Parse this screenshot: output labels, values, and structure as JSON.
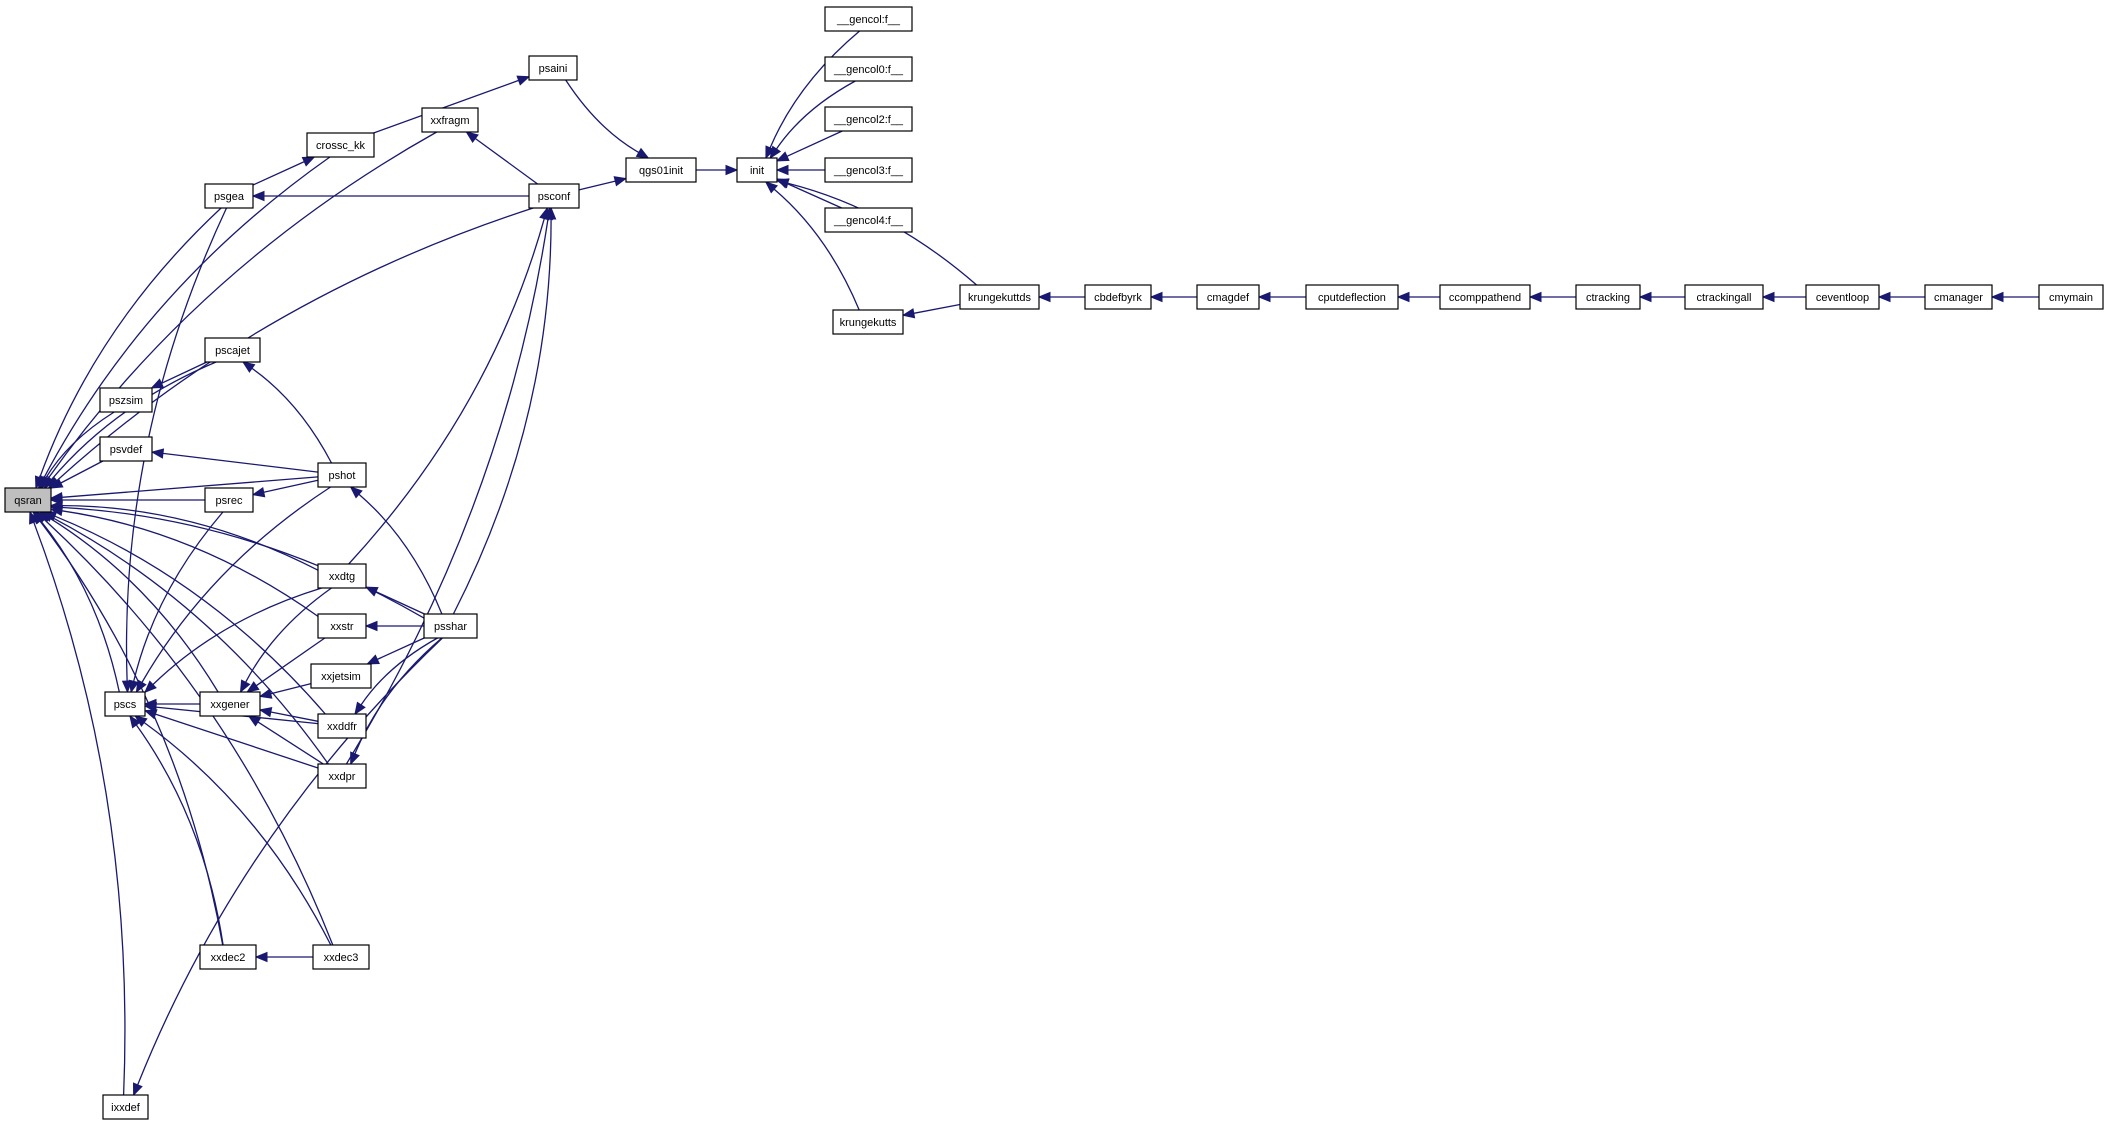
{
  "graph": {
    "nodes": [
      {
        "id": "qsran",
        "label": "qsran",
        "highlight": true
      },
      {
        "id": "pszsim",
        "label": "pszsim"
      },
      {
        "id": "psvdef",
        "label": "psvdef"
      },
      {
        "id": "pscs",
        "label": "pscs"
      },
      {
        "id": "ixxdef",
        "label": "ixxdef"
      },
      {
        "id": "psgea",
        "label": "psgea"
      },
      {
        "id": "pscajet",
        "label": "pscajet"
      },
      {
        "id": "psrec",
        "label": "psrec"
      },
      {
        "id": "xxgener",
        "label": "xxgener"
      },
      {
        "id": "xxdec2",
        "label": "xxdec2"
      },
      {
        "id": "crossc_kk",
        "label": "crossc_kk"
      },
      {
        "id": "pshot",
        "label": "pshot"
      },
      {
        "id": "xxdtg",
        "label": "xxdtg"
      },
      {
        "id": "xxstr",
        "label": "xxstr"
      },
      {
        "id": "xxjetsim",
        "label": "xxjetsim"
      },
      {
        "id": "xxddfr",
        "label": "xxddfr"
      },
      {
        "id": "xxdpr",
        "label": "xxdpr"
      },
      {
        "id": "xxdec3",
        "label": "xxdec3"
      },
      {
        "id": "xxfragm",
        "label": "xxfragm"
      },
      {
        "id": "psaini",
        "label": "psaini"
      },
      {
        "id": "psconf",
        "label": "psconf"
      },
      {
        "id": "psshar",
        "label": "psshar"
      },
      {
        "id": "qgs01init",
        "label": "qgs01init"
      },
      {
        "id": "init",
        "label": "init"
      },
      {
        "id": "gencol",
        "label": "__gencol:f__"
      },
      {
        "id": "gencol0",
        "label": "__gencol0:f__"
      },
      {
        "id": "gencol2",
        "label": "__gencol2:f__"
      },
      {
        "id": "gencol3",
        "label": "__gencol3:f__"
      },
      {
        "id": "gencol4",
        "label": "__gencol4:f__"
      },
      {
        "id": "krungekutts",
        "label": "krungekutts"
      },
      {
        "id": "krungekuttds",
        "label": "krungekuttds"
      },
      {
        "id": "cbdefbyrk",
        "label": "cbdefbyrk"
      },
      {
        "id": "cmagdef",
        "label": "cmagdef"
      },
      {
        "id": "cputdeflection",
        "label": "cputdeflection"
      },
      {
        "id": "ccomppathend",
        "label": "ccomppathend"
      },
      {
        "id": "ctracking",
        "label": "ctracking"
      },
      {
        "id": "ctrackingall",
        "label": "ctrackingall"
      },
      {
        "id": "ceventloop",
        "label": "ceventloop"
      },
      {
        "id": "cmanager",
        "label": "cmanager"
      },
      {
        "id": "cmymain",
        "label": "cmymain"
      }
    ],
    "edges": [
      [
        "qsran",
        "pszsim"
      ],
      [
        "qsran",
        "psvdef"
      ],
      [
        "qsran",
        "pscs"
      ],
      [
        "qsran",
        "ixxdef"
      ],
      [
        "qsran",
        "psgea"
      ],
      [
        "qsran",
        "pscajet"
      ],
      [
        "qsran",
        "psrec"
      ],
      [
        "qsran",
        "pshot"
      ],
      [
        "qsran",
        "xxgener"
      ],
      [
        "qsran",
        "xxdec2"
      ],
      [
        "qsran",
        "xxdec3"
      ],
      [
        "qsran",
        "crossc_kk"
      ],
      [
        "qsran",
        "xxfragm"
      ],
      [
        "qsran",
        "psconf"
      ],
      [
        "qsran",
        "psshar"
      ],
      [
        "qsran",
        "xxdtg"
      ],
      [
        "qsran",
        "xxstr"
      ],
      [
        "qsran",
        "xxddfr"
      ],
      [
        "qsran",
        "xxdpr"
      ],
      [
        "pszsim",
        "pscajet"
      ],
      [
        "psvdef",
        "pshot"
      ],
      [
        "pscs",
        "psgea"
      ],
      [
        "pscs",
        "psrec"
      ],
      [
        "pscs",
        "pshot"
      ],
      [
        "pscs",
        "xxgener"
      ],
      [
        "pscs",
        "xxdtg"
      ],
      [
        "pscs",
        "xxddfr"
      ],
      [
        "pscs",
        "xxdpr"
      ],
      [
        "pscs",
        "xxdec2"
      ],
      [
        "pscs",
        "xxdec3"
      ],
      [
        "psgea",
        "psconf"
      ],
      [
        "crossc_kk",
        "psgea"
      ],
      [
        "pscajet",
        "pshot"
      ],
      [
        "psrec",
        "pshot"
      ],
      [
        "xxgener",
        "xxdtg"
      ],
      [
        "xxgener",
        "xxstr"
      ],
      [
        "xxgener",
        "xxjetsim"
      ],
      [
        "xxgener",
        "xxddfr"
      ],
      [
        "xxgener",
        "xxdpr"
      ],
      [
        "xxdec2",
        "xxdec3"
      ],
      [
        "psaini",
        "crossc_kk"
      ],
      [
        "xxfragm",
        "psconf"
      ],
      [
        "pshot",
        "psshar"
      ],
      [
        "xxdtg",
        "psshar"
      ],
      [
        "xxstr",
        "psshar"
      ],
      [
        "xxjetsim",
        "psshar"
      ],
      [
        "xxddfr",
        "psshar"
      ],
      [
        "xxdpr",
        "psshar"
      ],
      [
        "ixxdef",
        "psshar"
      ],
      [
        "psconf",
        "xxdtg"
      ],
      [
        "psconf",
        "psshar"
      ],
      [
        "psconf",
        "xxdpr"
      ],
      [
        "qgs01init",
        "psaini"
      ],
      [
        "qgs01init",
        "psconf"
      ],
      [
        "init",
        "qgs01init"
      ],
      [
        "init",
        "gencol"
      ],
      [
        "init",
        "gencol0"
      ],
      [
        "init",
        "gencol2"
      ],
      [
        "init",
        "gencol3"
      ],
      [
        "init",
        "gencol4"
      ],
      [
        "init",
        "krungekutts"
      ],
      [
        "init",
        "krungekuttds"
      ],
      [
        "krungekutts",
        "krungekuttds"
      ],
      [
        "krungekuttds",
        "cbdefbyrk"
      ],
      [
        "cbdefbyrk",
        "cmagdef"
      ],
      [
        "cmagdef",
        "cputdeflection"
      ],
      [
        "cputdeflection",
        "ccomppathend"
      ],
      [
        "ccomppathend",
        "ctracking"
      ],
      [
        "ctracking",
        "ctrackingall"
      ],
      [
        "ctrackingall",
        "ceventloop"
      ],
      [
        "ceventloop",
        "cmanager"
      ],
      [
        "cmanager",
        "cmymain"
      ]
    ]
  }
}
